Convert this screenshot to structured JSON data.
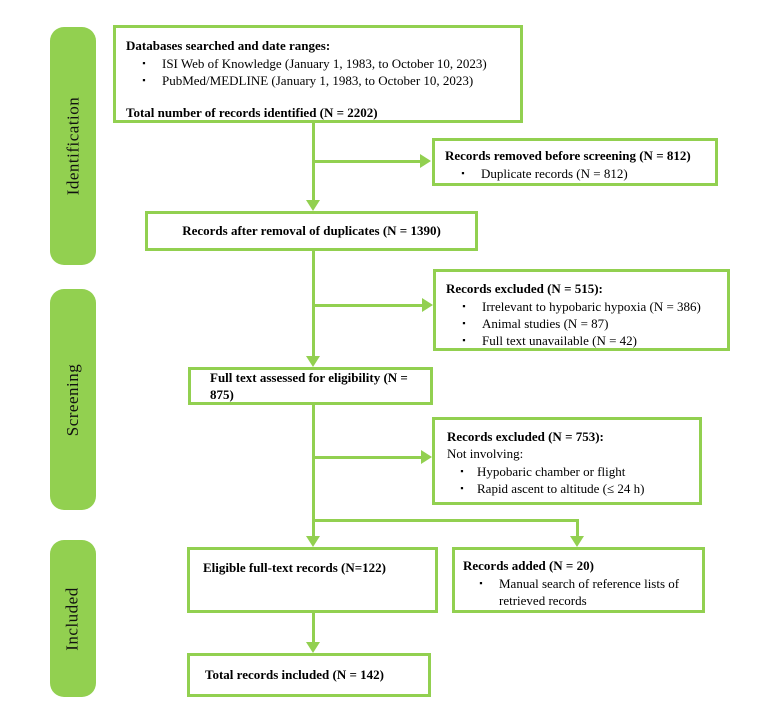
{
  "colors": {
    "green": "#92D050",
    "text": "#000000",
    "background": "#ffffff"
  },
  "ui": {
    "bullet": "▪"
  },
  "sidebar": {
    "stages": [
      {
        "label": "Identification"
      },
      {
        "label": "Screening"
      },
      {
        "label": "Included"
      }
    ]
  },
  "boxes": {
    "identified": {
      "title": "Databases searched and date ranges:",
      "bullets": [
        "ISI Web of Knowledge (January 1, 1983, to October 10, 2023)",
        "PubMed/MEDLINE (January 1, 1983, to October 10, 2023)"
      ],
      "total": "Total number of records identified (N = 2202)"
    },
    "removed": {
      "title": "Records removed before screening (N = 812)",
      "bullets": [
        "Duplicate records (N = 812)"
      ]
    },
    "after_duplicates": {
      "title": "Records after removal of duplicates (N = 1390)"
    },
    "excluded_515": {
      "title": "Records excluded (N = 515):",
      "bullets": [
        "Irrelevant to hypobaric hypoxia (N = 386)",
        "Animal studies (N = 87)",
        "Full text unavailable (N = 42)"
      ]
    },
    "full_text": {
      "title": "Full text assessed for eligibility (N = 875)"
    },
    "excluded_753": {
      "title": "Records excluded (N = 753):",
      "subtitle": "Not involving:",
      "bullets": [
        "Hypobaric chamber or flight",
        "Rapid ascent to altitude (≤ 24 h)"
      ]
    },
    "eligible": {
      "title": "Eligible full-text records (N=122)"
    },
    "added": {
      "title": "Records added (N = 20)",
      "bullets": [
        "Manual search of reference lists of retrieved records"
      ]
    },
    "total_included": {
      "title": "Total records included (N = 142)"
    }
  }
}
